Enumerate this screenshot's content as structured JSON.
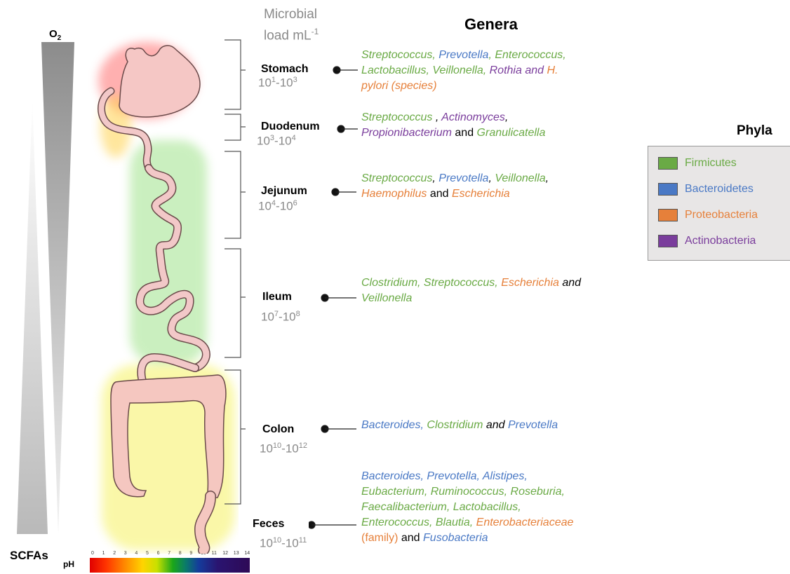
{
  "header": {
    "microbial_line1": "Microbial",
    "microbial_line2": "load mL",
    "microbial_sup": "-1",
    "genera_title": "Genera",
    "phyla_title": "Phyla"
  },
  "gradients": {
    "o2_label": "O",
    "o2_sub": "2",
    "scfa_label": "SCFAs",
    "ph_label": "pH",
    "ph_ticks": [
      "0",
      "1",
      "2",
      "3",
      "4",
      "5",
      "6",
      "7",
      "8",
      "9",
      "10",
      "11",
      "12",
      "13",
      "14"
    ]
  },
  "colors": {
    "Firmicutes": "#6aaa45",
    "Bacteroidetes": "#4a79c5",
    "Proteobacteria": "#e6803a",
    "Actinobacteria": "#7a3d9c"
  },
  "phyla": [
    {
      "name": "Firmicutes",
      "color": "#6aaa45"
    },
    {
      "name": "Bacteroidetes",
      "color": "#4a79c5"
    },
    {
      "name": "Proteobacteria",
      "color": "#e6803a"
    },
    {
      "name": "Actinobacteria",
      "color": "#7a3d9c"
    }
  ],
  "segments": [
    {
      "name": "Stomach",
      "load_base1": "10",
      "load_exp1": "1",
      "load_base2": "10",
      "load_exp2": "3",
      "lines": [
        [
          {
            "t": "Streptococcus",
            "p": "firm"
          },
          {
            "t": ", ",
            "p": "firm"
          },
          {
            "t": "Prevotella",
            "p": "bact"
          },
          {
            "t": ", ",
            "p": "firm"
          },
          {
            "t": "Enterococcus",
            "p": "firm"
          },
          {
            "t": ",",
            "p": "firm"
          }
        ],
        [
          {
            "t": "Lactobacillus",
            "p": "firm"
          },
          {
            "t": ", ",
            "p": "firm"
          },
          {
            "t": "Veillonella",
            "p": "firm"
          },
          {
            "t": ", ",
            "p": "firm"
          },
          {
            "t": "Rothia and ",
            "p": "acti"
          },
          {
            "t": "H.",
            "p": "prot"
          }
        ],
        [
          {
            "t": "pylori (species)",
            "p": "prot"
          }
        ]
      ]
    },
    {
      "name": "Duodenum",
      "load_base1": "10",
      "load_exp1": "3",
      "load_base2": "10",
      "load_exp2": "4",
      "lines": [
        [
          {
            "t": "Streptococcus",
            "p": "firm"
          },
          {
            "t": " , ",
            "p": "plain"
          },
          {
            "t": "Actinomyces",
            "p": "acti"
          },
          {
            "t": ",",
            "p": "plain"
          }
        ],
        [
          {
            "t": "Propionibacterium",
            "p": "acti"
          },
          {
            "t": " and ",
            "p": "plain-up"
          },
          {
            "t": "Granulicatella",
            "p": "firm"
          }
        ]
      ]
    },
    {
      "name": "Jejunum",
      "load_base1": "10",
      "load_exp1": "4",
      "load_base2": "10",
      "load_exp2": "6",
      "lines": [
        [
          {
            "t": "Streptococcus",
            "p": "firm"
          },
          {
            "t": ", ",
            "p": "plain"
          },
          {
            "t": "Prevotella",
            "p": "bact"
          },
          {
            "t": ", ",
            "p": "plain"
          },
          {
            "t": "Veillonella",
            "p": "firm"
          },
          {
            "t": ",",
            "p": "plain"
          }
        ],
        [
          {
            "t": "Haemophilus",
            "p": "prot"
          },
          {
            "t": " and ",
            "p": "plain-up"
          },
          {
            "t": "Escherichia",
            "p": "prot"
          }
        ]
      ]
    },
    {
      "name": "Ileum",
      "load_base1": "10",
      "load_exp1": "7",
      "load_base2": "10",
      "load_exp2": "8",
      "lines": [
        [
          {
            "t": "Clostridium",
            "p": "firm"
          },
          {
            "t": ", ",
            "p": "firm"
          },
          {
            "t": "Streptococcus",
            "p": "firm"
          },
          {
            "t": ", ",
            "p": "firm"
          },
          {
            "t": "Escherichia",
            "p": "prot"
          },
          {
            "t": " and",
            "p": "plain"
          }
        ],
        [
          {
            "t": "Veillonella",
            "p": "firm"
          }
        ]
      ]
    },
    {
      "name": "Colon",
      "load_base1": "10",
      "load_exp1": "10",
      "load_base2": "10",
      "load_exp2": "12",
      "lines": [
        [
          {
            "t": "Bacteroides",
            "p": "bact"
          },
          {
            "t": ", ",
            "p": "bact"
          },
          {
            "t": "Clostridium",
            "p": "firm"
          },
          {
            "t": " and ",
            "p": "plain"
          },
          {
            "t": "Prevotella",
            "p": "bact"
          }
        ]
      ]
    },
    {
      "name": "Feces",
      "load_base1": "10",
      "load_exp1": "10",
      "load_base2": "10",
      "load_exp2": "11",
      "lines": [
        [
          {
            "t": "Bacteroides",
            "p": "bact"
          },
          {
            "t": ", ",
            "p": "bact"
          },
          {
            "t": "Prevotella",
            "p": "bact"
          },
          {
            "t": ", ",
            "p": "bact"
          },
          {
            "t": "Alistipes",
            "p": "bact"
          },
          {
            "t": ",",
            "p": "bact"
          }
        ],
        [
          {
            "t": "Eubacterium",
            "p": "firm"
          },
          {
            "t": ", ",
            "p": "firm"
          },
          {
            "t": "Ruminococcus",
            "p": "firm"
          },
          {
            "t": ", ",
            "p": "firm"
          },
          {
            "t": "Roseburia",
            "p": "firm"
          },
          {
            "t": ",",
            "p": "firm"
          }
        ],
        [
          {
            "t": "Faecalibacterium",
            "p": "firm"
          },
          {
            "t": ", ",
            "p": "firm"
          },
          {
            "t": "Lactobacillus",
            "p": "firm"
          },
          {
            "t": ",",
            "p": "firm"
          }
        ],
        [
          {
            "t": "Enterococcus",
            "p": "firm"
          },
          {
            "t": ", ",
            "p": "firm"
          },
          {
            "t": "Blautia",
            "p": "firm"
          },
          {
            "t": ", ",
            "p": "firm"
          },
          {
            "t": "Enterobacteriaceae",
            "p": "prot"
          }
        ],
        [
          {
            "t": "(family)",
            "p": "prot-up"
          },
          {
            "t": " and ",
            "p": "plain-up"
          },
          {
            "t": "Fusobacteria",
            "p": "bact"
          }
        ]
      ]
    }
  ]
}
